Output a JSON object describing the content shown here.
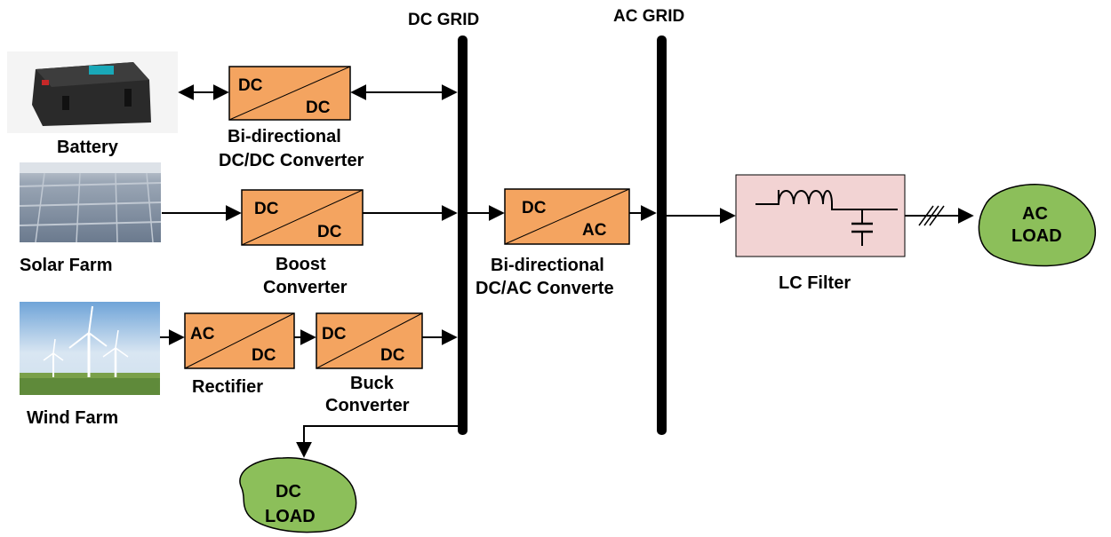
{
  "grids": {
    "dc": "DC GRID",
    "ac": "AC GRID"
  },
  "sources": {
    "battery": "Battery",
    "solar": "Solar Farm",
    "wind": "Wind Farm"
  },
  "converters": {
    "bidc_dc": {
      "top": "DC",
      "bottom": "DC",
      "label_line1": "Bi-directional",
      "label_line2": "DC/DC Converter"
    },
    "boost": {
      "top": "DC",
      "bottom": "DC",
      "label_line1": "Boost",
      "label_line2": "Converter"
    },
    "rectifier": {
      "top": "AC",
      "bottom": "DC",
      "label_line1": "Rectifier"
    },
    "buck": {
      "top": "DC",
      "bottom": "DC",
      "label_line1": "Buck",
      "label_line2": "Converter"
    },
    "bidc_ac": {
      "top": "DC",
      "bottom": "AC",
      "label_line1": "Bi-directional",
      "label_line2": "DC/AC Converte"
    }
  },
  "filter": {
    "label": "LC Filter"
  },
  "loads": {
    "ac": {
      "line1": "AC",
      "line2": "LOAD"
    },
    "dc": {
      "line1": "DC",
      "line2": "LOAD"
    }
  },
  "colors": {
    "converter_fill": "#f4a460",
    "filter_fill": "#f2d3d3",
    "load_fill": "#8cbf5a",
    "line": "#000000"
  }
}
